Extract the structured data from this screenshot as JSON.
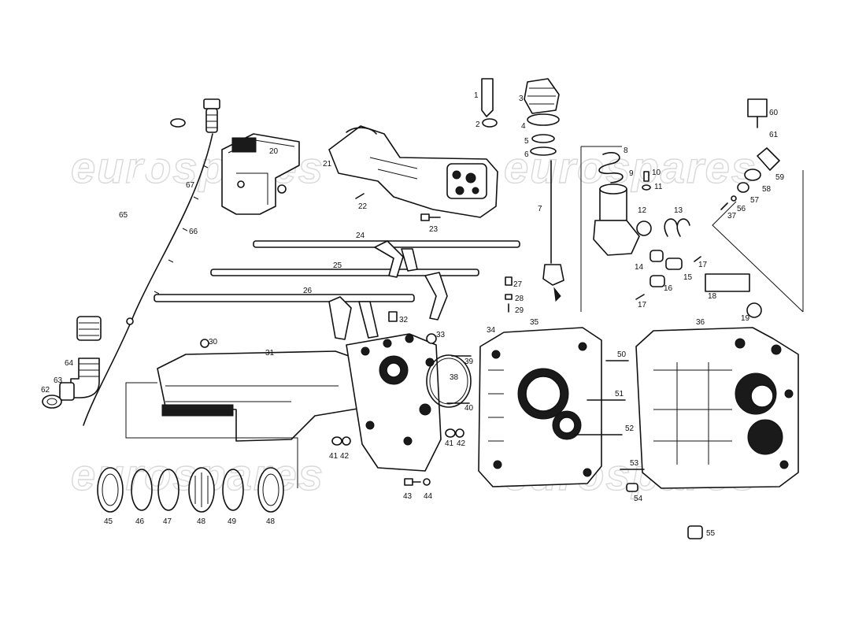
{
  "watermark": {
    "text": "eurospares"
  },
  "callouts": [
    {
      "id": "c1",
      "label": "1"
    },
    {
      "id": "c2",
      "label": "2"
    },
    {
      "id": "c3",
      "label": "3"
    },
    {
      "id": "c4",
      "label": "4"
    },
    {
      "id": "c5",
      "label": "5"
    },
    {
      "id": "c6",
      "label": "6"
    },
    {
      "id": "c7",
      "label": "7"
    },
    {
      "id": "c8",
      "label": "8"
    },
    {
      "id": "c9",
      "label": "9"
    },
    {
      "id": "c10",
      "label": "10"
    },
    {
      "id": "c11",
      "label": "11"
    },
    {
      "id": "c12",
      "label": "12"
    },
    {
      "id": "c13",
      "label": "13"
    },
    {
      "id": "c14",
      "label": "14"
    },
    {
      "id": "c15",
      "label": "15"
    },
    {
      "id": "c16",
      "label": "16"
    },
    {
      "id": "c17a",
      "label": "17"
    },
    {
      "id": "c17b",
      "label": "17"
    },
    {
      "id": "c18",
      "label": "18"
    },
    {
      "id": "c19",
      "label": "19"
    },
    {
      "id": "c20",
      "label": "20"
    },
    {
      "id": "c21",
      "label": "21"
    },
    {
      "id": "c22",
      "label": "22"
    },
    {
      "id": "c23",
      "label": "23"
    },
    {
      "id": "c24",
      "label": "24"
    },
    {
      "id": "c25",
      "label": "25"
    },
    {
      "id": "c26",
      "label": "26"
    },
    {
      "id": "c27",
      "label": "27"
    },
    {
      "id": "c28",
      "label": "28"
    },
    {
      "id": "c29",
      "label": "29"
    },
    {
      "id": "c30",
      "label": "30"
    },
    {
      "id": "c31",
      "label": "31"
    },
    {
      "id": "c32",
      "label": "32"
    },
    {
      "id": "c33",
      "label": "33"
    },
    {
      "id": "c34",
      "label": "34"
    },
    {
      "id": "c35",
      "label": "35"
    },
    {
      "id": "c36",
      "label": "36"
    },
    {
      "id": "c37",
      "label": "37"
    },
    {
      "id": "c38",
      "label": "38"
    },
    {
      "id": "c39",
      "label": "39"
    },
    {
      "id": "c40",
      "label": "40"
    },
    {
      "id": "c41a",
      "label": "41"
    },
    {
      "id": "c42a",
      "label": "42"
    },
    {
      "id": "c41b",
      "label": "41"
    },
    {
      "id": "c42b",
      "label": "42"
    },
    {
      "id": "c43",
      "label": "43"
    },
    {
      "id": "c44",
      "label": "44"
    },
    {
      "id": "c45",
      "label": "45"
    },
    {
      "id": "c46",
      "label": "46"
    },
    {
      "id": "c47",
      "label": "47"
    },
    {
      "id": "c48a",
      "label": "48"
    },
    {
      "id": "c49",
      "label": "49"
    },
    {
      "id": "c48b",
      "label": "48"
    },
    {
      "id": "c50",
      "label": "50"
    },
    {
      "id": "c51",
      "label": "51"
    },
    {
      "id": "c52",
      "label": "52"
    },
    {
      "id": "c53",
      "label": "53"
    },
    {
      "id": "c54",
      "label": "54"
    },
    {
      "id": "c55",
      "label": "55"
    },
    {
      "id": "c56",
      "label": "56"
    },
    {
      "id": "c57",
      "label": "57"
    },
    {
      "id": "c58",
      "label": "58"
    },
    {
      "id": "c59",
      "label": "59"
    },
    {
      "id": "c60",
      "label": "60"
    },
    {
      "id": "c61",
      "label": "61"
    },
    {
      "id": "c62",
      "label": "62"
    },
    {
      "id": "c63",
      "label": "63"
    },
    {
      "id": "c64",
      "label": "64"
    },
    {
      "id": "c65",
      "label": "65"
    },
    {
      "id": "c66",
      "label": "66"
    },
    {
      "id": "c67",
      "label": "67"
    }
  ]
}
